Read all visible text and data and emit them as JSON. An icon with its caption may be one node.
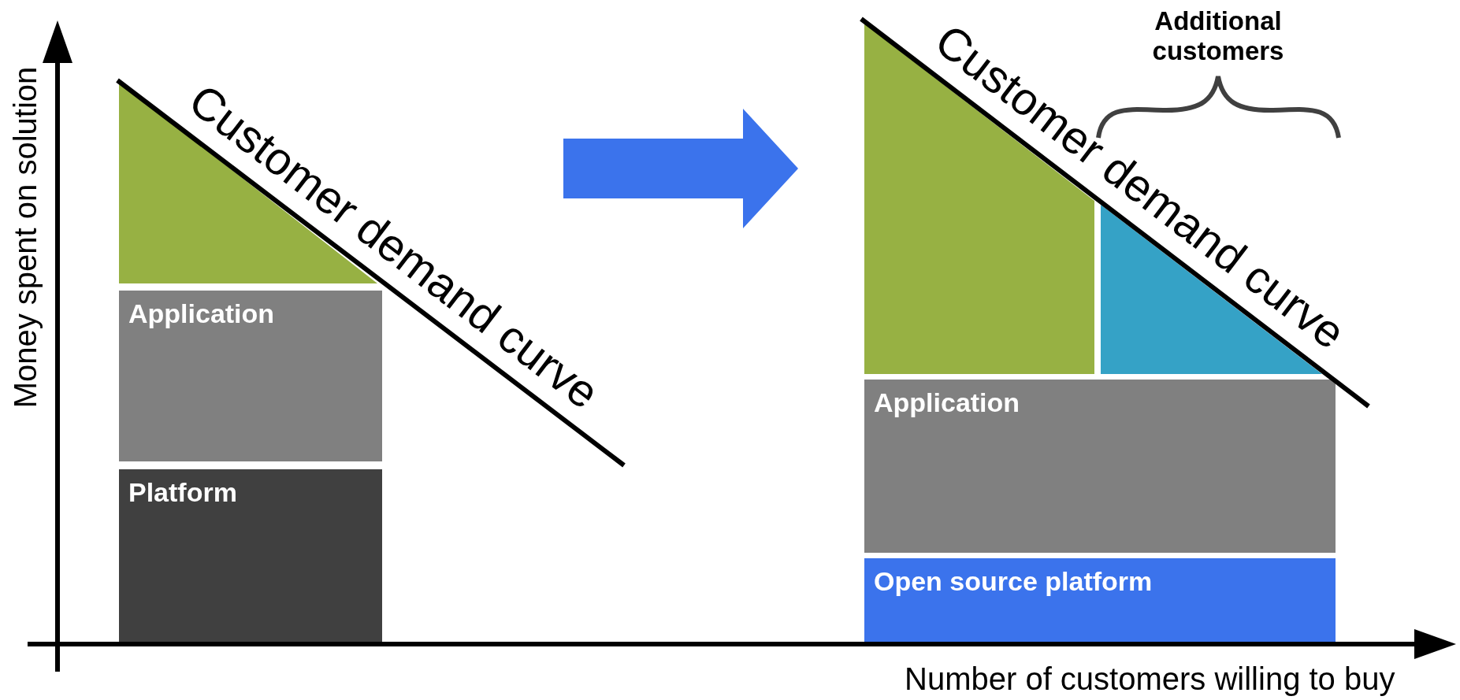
{
  "diagram": {
    "nodes": [
      {
        "text": [],
        "shape": "triangle"
      },
      {
        "text": [
          "Application"
        ]
      },
      {
        "text": [
          "Platform"
        ]
      },
      {
        "text": [],
        "shape": "trapezoid"
      },
      {
        "text": [],
        "shape": "triangle"
      },
      {
        "text": [
          "Application"
        ]
      },
      {
        "text": [
          "Open source platform"
        ]
      }
    ],
    "labels": [
      "Money spent on solution",
      "Customer demand curve",
      "Additional customers",
      "Customer demand curve",
      "Number of customers willing to buy"
    ]
  }
}
